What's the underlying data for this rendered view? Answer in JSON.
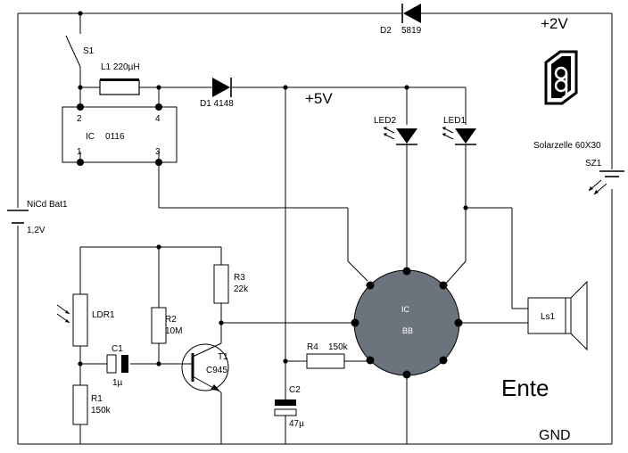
{
  "labels": {
    "supply_2v": "+2V",
    "supply_5v": "+5V",
    "gnd": "GND",
    "title": "Ente",
    "d2_name": "D2",
    "d2_value": "5819",
    "s1": "S1",
    "l1": "L1  220µH",
    "d1": "D1  4148",
    "ic_pin2": "2",
    "ic_pin4": "4",
    "ic_pin1": "1",
    "ic_pin3": "3",
    "ic_name": "IC",
    "ic_value": "0116",
    "led2": "LED2",
    "led1": "LED1",
    "solar_name": "Solarzelle 60X30",
    "sz1": "SZ1",
    "battery_name": "NiCd Bat1",
    "battery_voltage": "1,2V",
    "r3_name": "R3",
    "r3_value": "22k",
    "ldr1": "LDR1",
    "r2_name": "R2",
    "r2_value": "10M",
    "c1_name": "C1",
    "c1_value": "1µ",
    "t1_name": "T1",
    "t1_value": "C945",
    "r1_name": "R1",
    "r1_value": "150k",
    "c2_name": "C2",
    "c2_value": "47µ",
    "r4_name": "R4",
    "r4_value": "150k",
    "ic_bb_name": "IC",
    "ic_bb_value": "BB",
    "ls1": "Ls1"
  },
  "colors": {
    "wire": "#000000",
    "ic_chip": "#6b747c",
    "background": "#ffffff"
  },
  "icons": {
    "logo": "cp-monogram-logo"
  }
}
